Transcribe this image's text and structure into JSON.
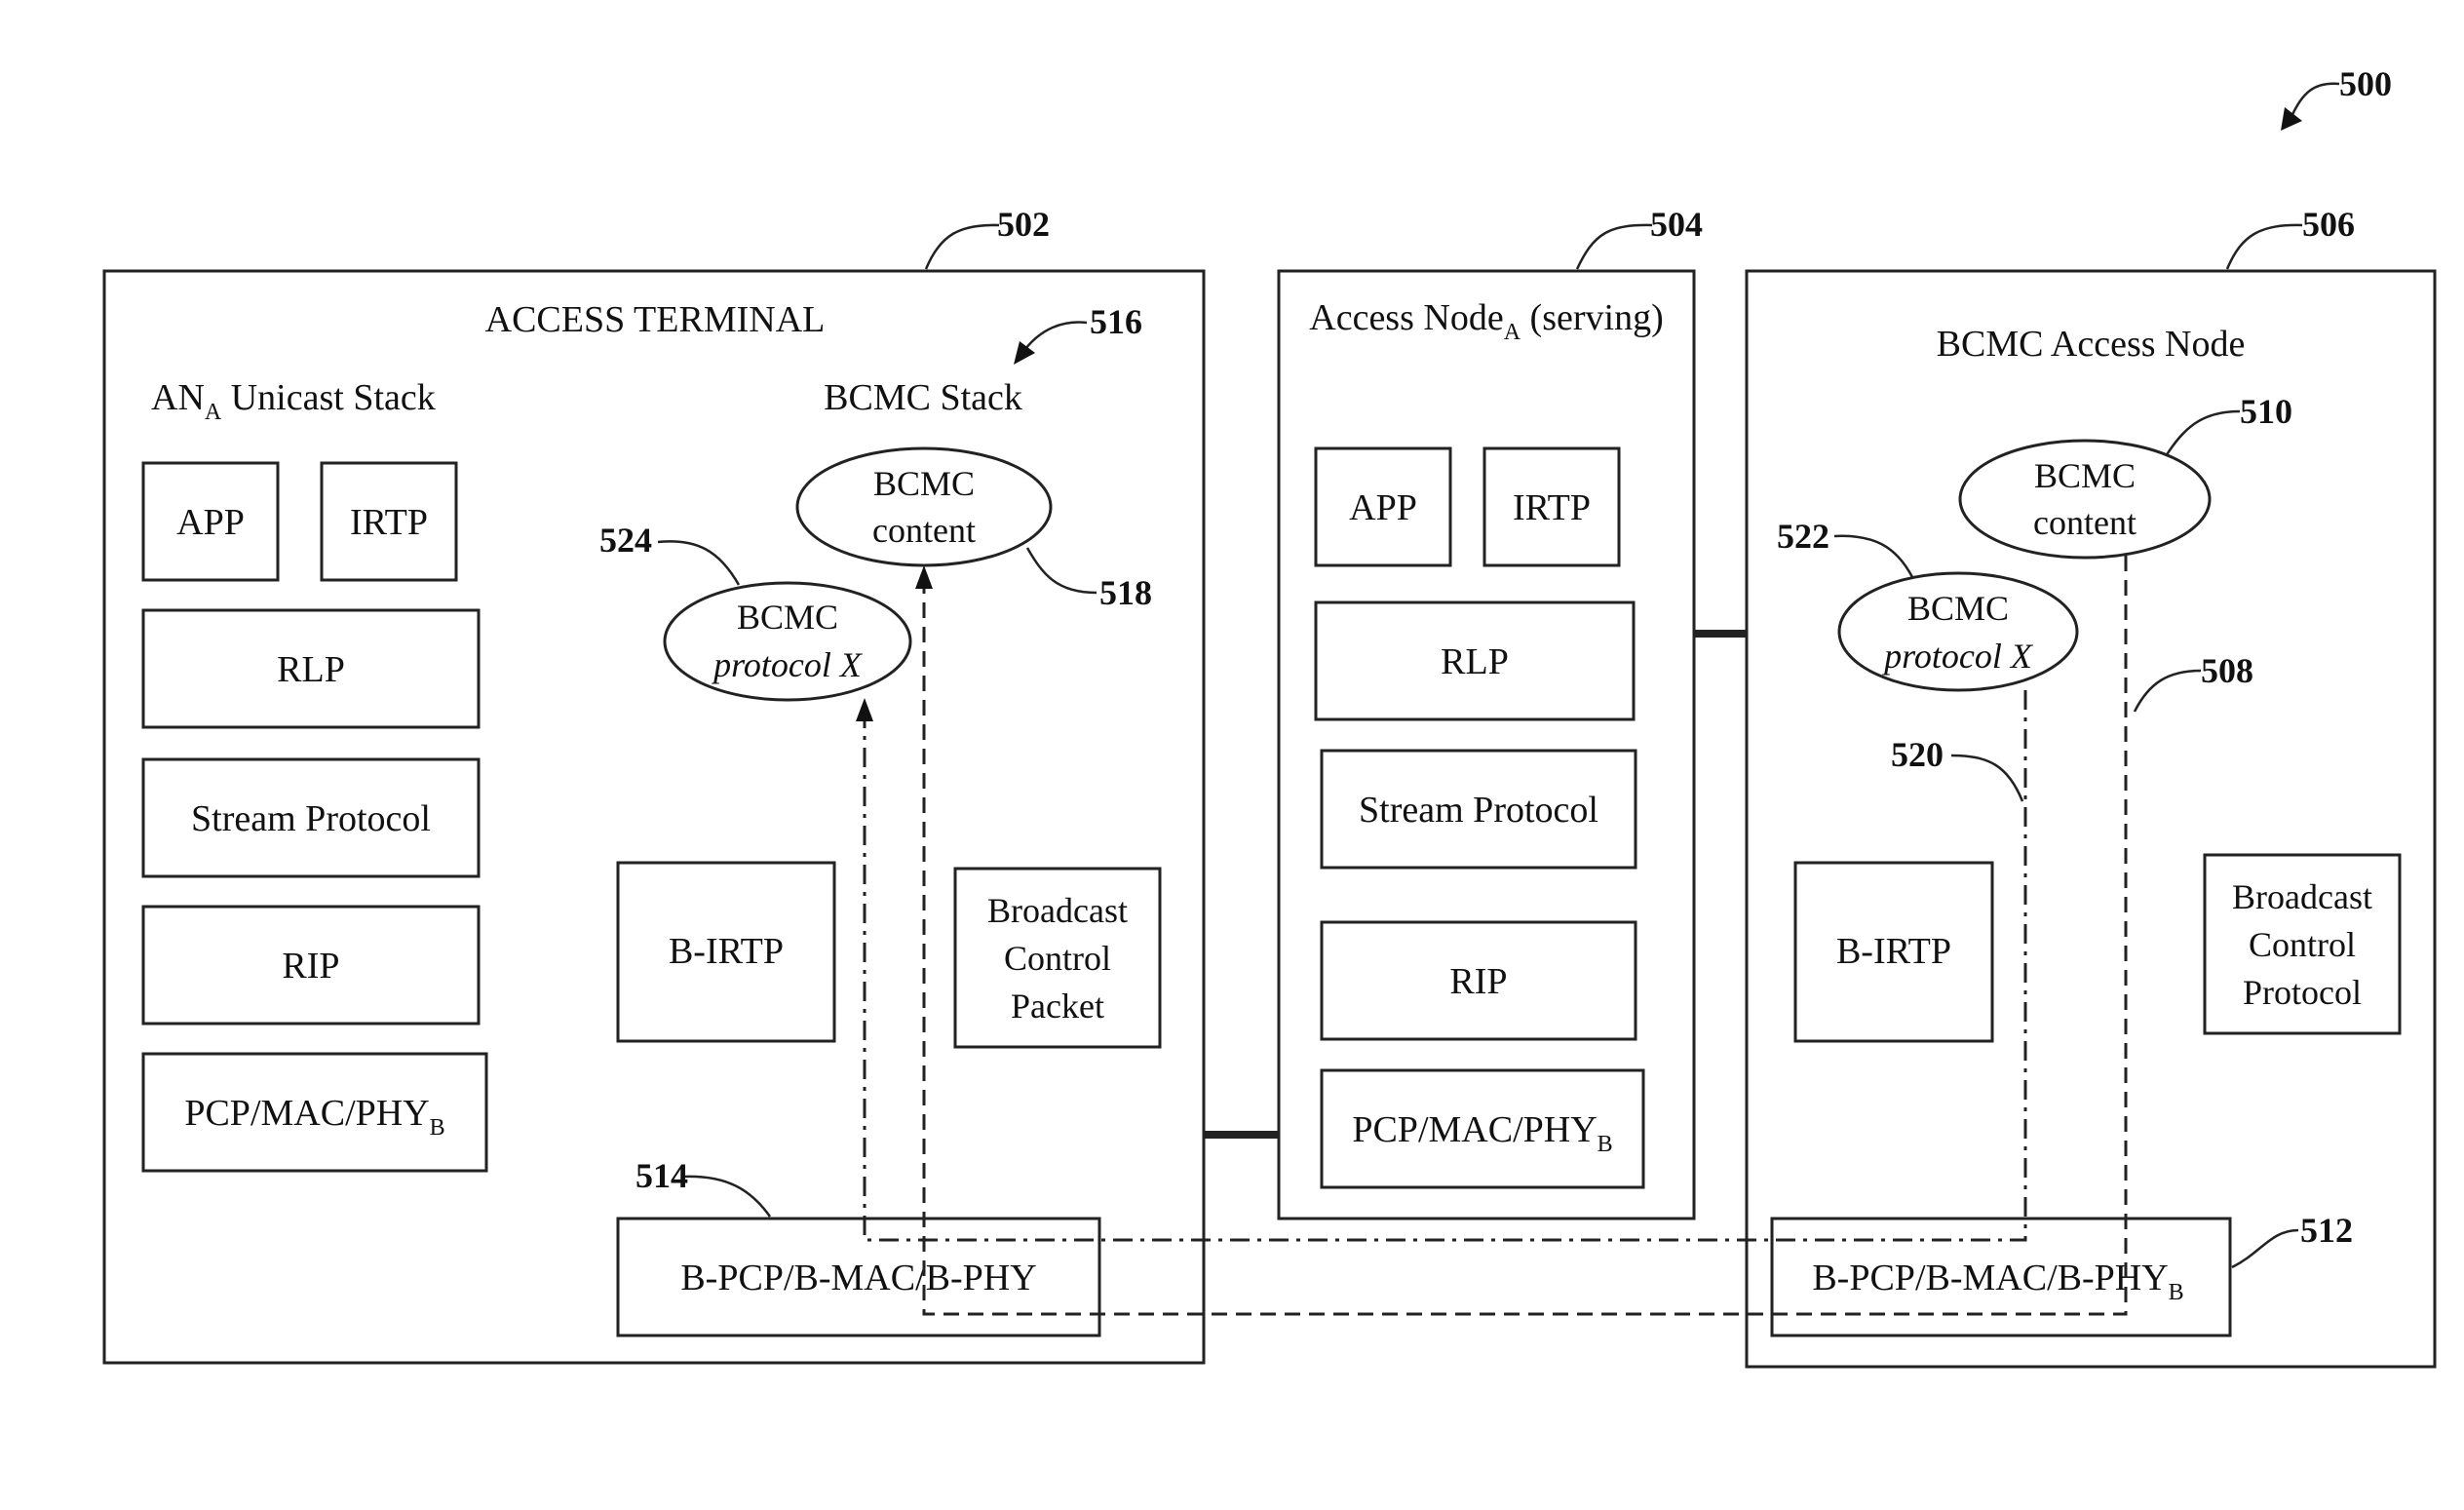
{
  "figure_ref": "500",
  "access_terminal": {
    "ref": "502",
    "title": "ACCESS TERMINAL",
    "unicast_stack": {
      "title_main": "AN",
      "title_sub": "A",
      "title_rest": " Unicast Stack",
      "app": "APP",
      "irtp": "IRTP",
      "rlp": "RLP",
      "stream": "Stream Protocol",
      "rip": "RIP",
      "pcp_main": "PCP/MAC/PHY",
      "pcp_sub": "B"
    },
    "bcmc_stack": {
      "ref": "516",
      "title": "BCMC Stack",
      "content_line1": "BCMC",
      "content_line2": "content",
      "content_ref": "518",
      "protocol_line1": "BCMC",
      "protocol_line2": "protocol X",
      "protocol_ref": "524",
      "b_irtp": "B-IRTP",
      "bcp_line1": "Broadcast",
      "bcp_line2": "Control",
      "bcp_line3": "Packet",
      "bpcp": "B-PCP/B-MAC/B-PHY",
      "bpcp_ref": "514"
    }
  },
  "access_node_a": {
    "ref": "504",
    "title_main": "Access Node",
    "title_sub": "A",
    "title_rest": " (serving)",
    "app": "APP",
    "irtp": "IRTP",
    "rlp": "RLP",
    "stream": "Stream Protocol",
    "rip": "RIP",
    "pcp_main": "PCP/MAC/PHY",
    "pcp_sub": "B"
  },
  "bcmc_access_node": {
    "ref": "506",
    "title": "BCMC Access Node",
    "content_line1": "BCMC",
    "content_line2": "content",
    "content_ref": "510",
    "protocol_line1": "BCMC",
    "protocol_line2": "protocol X",
    "protocol_ref": "522",
    "path_dashdot_ref": "520",
    "path_dashed_ref": "508",
    "b_irtp": "B-IRTP",
    "bcp_line1": "Broadcast",
    "bcp_line2": "Control",
    "bcp_line3": "Protocol",
    "bpcp_main": "B-PCP/B-MAC/B-PHY",
    "bpcp_sub": "B",
    "bpcp_ref": "512"
  }
}
